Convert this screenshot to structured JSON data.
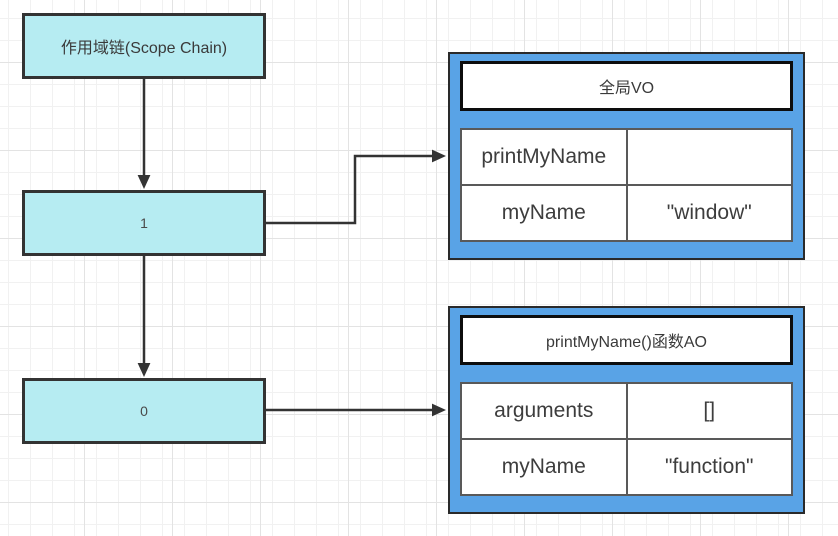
{
  "diagram": {
    "nodes": {
      "scope_chain": {
        "label": "作用域链(Scope Chain)"
      },
      "index_1": {
        "label": "1"
      },
      "index_0": {
        "label": "0"
      }
    },
    "tables": {
      "global_vo": {
        "title": "全局VO",
        "rows": [
          {
            "key": "printMyName",
            "value": ""
          },
          {
            "key": "myName",
            "value": "\"window\""
          }
        ]
      },
      "function_ao": {
        "title": "printMyName()函数AO",
        "rows": [
          {
            "key": "arguments",
            "value": "[]"
          },
          {
            "key": "myName",
            "value": "\"function\""
          }
        ]
      }
    },
    "colors": {
      "node_fill": "#b6ecf2",
      "node_border": "#333333",
      "table_fill": "#59a3e6",
      "table_border": "#2a2a2a",
      "header_border": "#0d0d0d",
      "cell_border": "#595959",
      "arrow": "#333333",
      "text": "#3a3a3a"
    }
  }
}
